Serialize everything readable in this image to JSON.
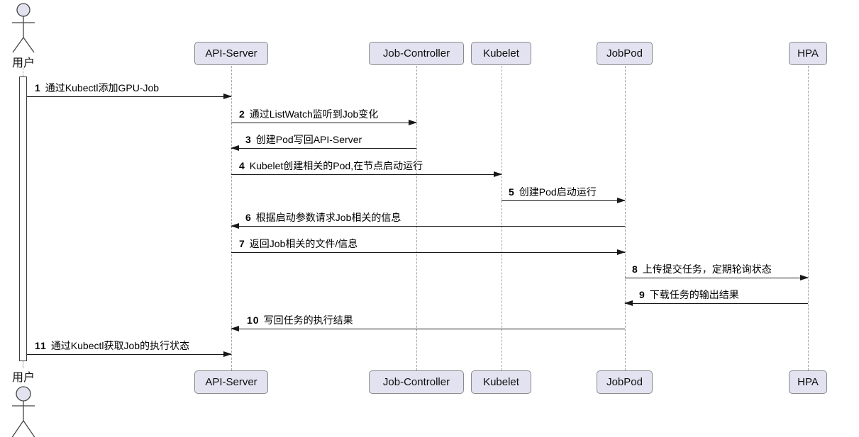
{
  "diagram": {
    "type": "uml-sequence",
    "actor": {
      "label": "用户"
    },
    "participants": [
      {
        "label": "API-Server"
      },
      {
        "label": "Job-Controller"
      },
      {
        "label": "Kubelet"
      },
      {
        "label": "JobPod"
      },
      {
        "label": "HPA"
      }
    ],
    "messages": [
      {
        "num": "1",
        "text": "通过Kubectl添加GPU-Job",
        "from": "用户",
        "to": "API-Server"
      },
      {
        "num": "2",
        "text": "通过ListWatch监听到Job变化",
        "from": "API-Server",
        "to": "Job-Controller"
      },
      {
        "num": "3",
        "text": "创建Pod写回API-Server",
        "from": "Job-Controller",
        "to": "API-Server"
      },
      {
        "num": "4",
        "text": "Kubelet创建相关的Pod,在节点启动运行",
        "from": "API-Server",
        "to": "Kubelet"
      },
      {
        "num": "5",
        "text": "创建Pod启动运行",
        "from": "Kubelet",
        "to": "JobPod"
      },
      {
        "num": "6",
        "text": "根据启动参数请求Job相关的信息",
        "from": "JobPod",
        "to": "API-Server"
      },
      {
        "num": "7",
        "text": "返回Job相关的文件/信息",
        "from": "API-Server",
        "to": "JobPod"
      },
      {
        "num": "8",
        "text": "上传提交任务，定期轮询状态",
        "from": "JobPod",
        "to": "HPA"
      },
      {
        "num": "9",
        "text": "下载任务的输出结果",
        "from": "HPA",
        "to": "JobPod"
      },
      {
        "num": "10",
        "text": "写回任务的执行结果",
        "from": "JobPod",
        "to": "API-Server"
      },
      {
        "num": "11",
        "text": "通过Kubectl获取Job的执行状态",
        "from": "用户",
        "to": "API-Server"
      }
    ],
    "colors": {
      "participant_fill": "#E2E2F0",
      "participant_border": "#8A8A8A",
      "lifeline": "#A6A6A6",
      "arrow": "#181818",
      "text": "#000000"
    }
  }
}
